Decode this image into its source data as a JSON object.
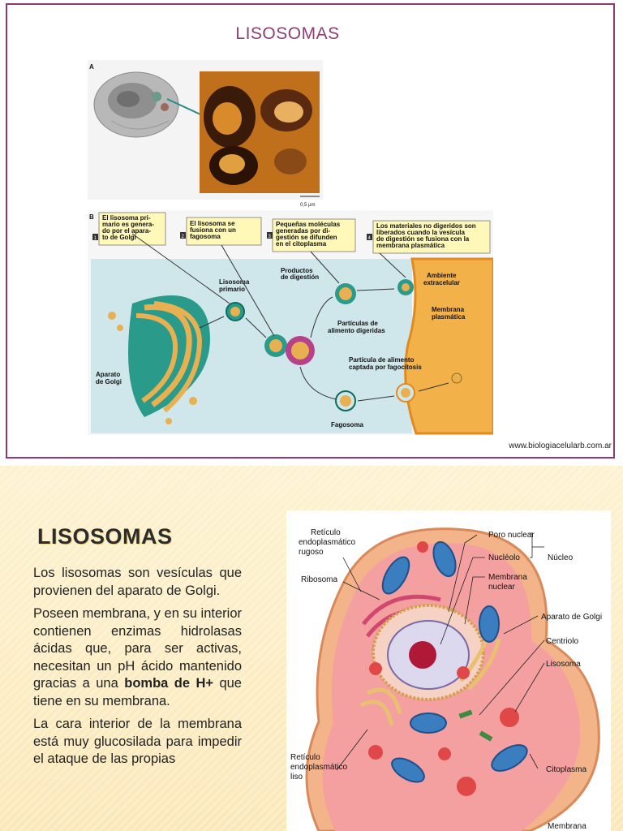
{
  "slide1": {
    "title": "LISOSOMAS",
    "credit": "www.biologiacelularb.com.ar",
    "figure": {
      "panel_a": "A",
      "panel_b": "B",
      "scale": "0,5 µm",
      "steps": [
        {
          "n": "1",
          "line1": "El lisosoma pri-",
          "line2": "mario es genera-",
          "line3": "do por el apara-",
          "line4": "to de Golgi"
        },
        {
          "n": "2",
          "line1": "El lisosoma se",
          "line2": "fusiona con un",
          "line3": "fagosoma",
          "line4": ""
        },
        {
          "n": "3",
          "line1": "Pequeñas moléculas",
          "line2": "generadas por di-",
          "line3": "gestión se difunden",
          "line4": "en el citoplasma"
        },
        {
          "n": "4",
          "line1": "Los materiales no digeridos son",
          "line2": "liberados cuando la vesícula",
          "line3": "de digestión se fusiona con la",
          "line4": "membrana plasmática"
        }
      ],
      "labels": {
        "golgi_1": "Aparato",
        "golgi_2": "de Golgi",
        "lys_1": "Lisosoma",
        "lys_2": "primario",
        "prod_1": "Productos",
        "prod_2": "de digestión",
        "amb_1": "Ambiente",
        "amb_2": "extracelular",
        "memb_1": "Membrana",
        "memb_2": "plasmática",
        "part_1": "Partículas de",
        "part_2": "alimento digeridas",
        "capt_1": "Partícula de alimento",
        "capt_2": "captada por fagocitosis",
        "fago": "Fagosoma"
      }
    }
  },
  "slide2": {
    "heading": "LISOSOMAS",
    "p1": "Los lisosomas son vesículas que provienen del aparato de Golgi.",
    "p2_a": "Poseen membrana, y en su interior contienen enzimas hidrolasas ácidas que, para ser activas, necesitan un pH ácido mantenido gracias a una ",
    "p2_bold": "bomba de H+",
    "p2_b": " que tiene en su membrana.",
    "p3": " La cara interior de la membrana está muy glucosilada para impedir el ataque de las propias",
    "cell_labels": {
      "rer_1": "Retículo",
      "rer_2": "endoplasmático",
      "rer_3": "rugoso",
      "ribo": "Ribosoma",
      "poro": "Poro nuclear",
      "nucleolo": "Nucléolo",
      "nucleo": "Núcleo",
      "memnuc_1": "Membrana",
      "memnuc_2": "nuclear",
      "golgi": "Aparato de Golgi",
      "centriolo": "Centriolo",
      "lisosoma": "Lisosoma",
      "citoplasma": "Citoplasma",
      "rel_1": "Retículo",
      "rel_2": "endoplasmático",
      "rel_3": "liso",
      "membrana": "Membrana"
    }
  }
}
